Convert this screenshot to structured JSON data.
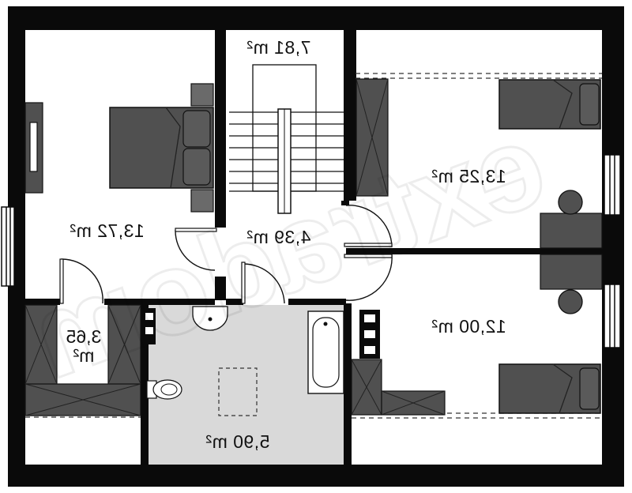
{
  "rooms": [
    {
      "id": "hall",
      "value": "7,81",
      "unit": "m²"
    },
    {
      "id": "bedroom-nw",
      "value": "13,72",
      "unit": "m²"
    },
    {
      "id": "corridor",
      "value": "4,39",
      "unit": "m²"
    },
    {
      "id": "bedroom-ne",
      "value": "13,25",
      "unit": "m²"
    },
    {
      "id": "bedroom-se",
      "value": "12,00",
      "unit": "m²"
    },
    {
      "id": "closet",
      "value": "3,65",
      "unit": "m²"
    },
    {
      "id": "bathroom",
      "value": "5,90",
      "unit": "m²"
    }
  ],
  "watermark": "extradom",
  "colors": {
    "wall": "#0a0a0a",
    "floor": "#ffffff",
    "bathroom": "#d9d9d9",
    "furniture": "#505050",
    "furniture_light": "#6a6a6a"
  }
}
